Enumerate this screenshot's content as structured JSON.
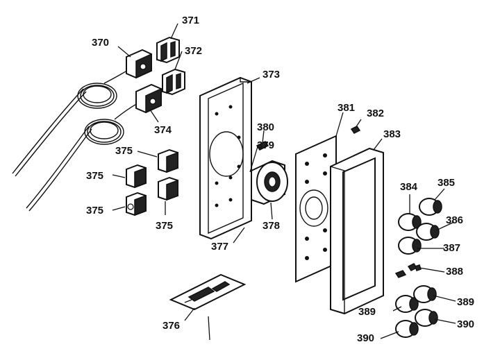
{
  "diagram": {
    "labels": [
      {
        "id": "l370",
        "text": "370"
      },
      {
        "id": "l371",
        "text": "371"
      },
      {
        "id": "l372",
        "text": "372"
      },
      {
        "id": "l373",
        "text": "373"
      },
      {
        "id": "l374",
        "text": "374"
      },
      {
        "id": "l375a",
        "text": "375"
      },
      {
        "id": "l375b",
        "text": "375"
      },
      {
        "id": "l375c",
        "text": "375"
      },
      {
        "id": "l375d",
        "text": "375"
      },
      {
        "id": "l376",
        "text": "376"
      },
      {
        "id": "l377",
        "text": "377"
      },
      {
        "id": "l378",
        "text": "378"
      },
      {
        "id": "l379",
        "text": "379"
      },
      {
        "id": "l380",
        "text": "380"
      },
      {
        "id": "l381",
        "text": "381"
      },
      {
        "id": "l382",
        "text": "382"
      },
      {
        "id": "l383",
        "text": "383"
      },
      {
        "id": "l384",
        "text": "384"
      },
      {
        "id": "l385",
        "text": "385"
      },
      {
        "id": "l386",
        "text": "386"
      },
      {
        "id": "l387",
        "text": "387"
      },
      {
        "id": "l388",
        "text": "388"
      },
      {
        "id": "l389a",
        "text": "389"
      },
      {
        "id": "l389b",
        "text": "389"
      },
      {
        "id": "l390a",
        "text": "390"
      },
      {
        "id": "l390b",
        "text": "390"
      }
    ]
  }
}
